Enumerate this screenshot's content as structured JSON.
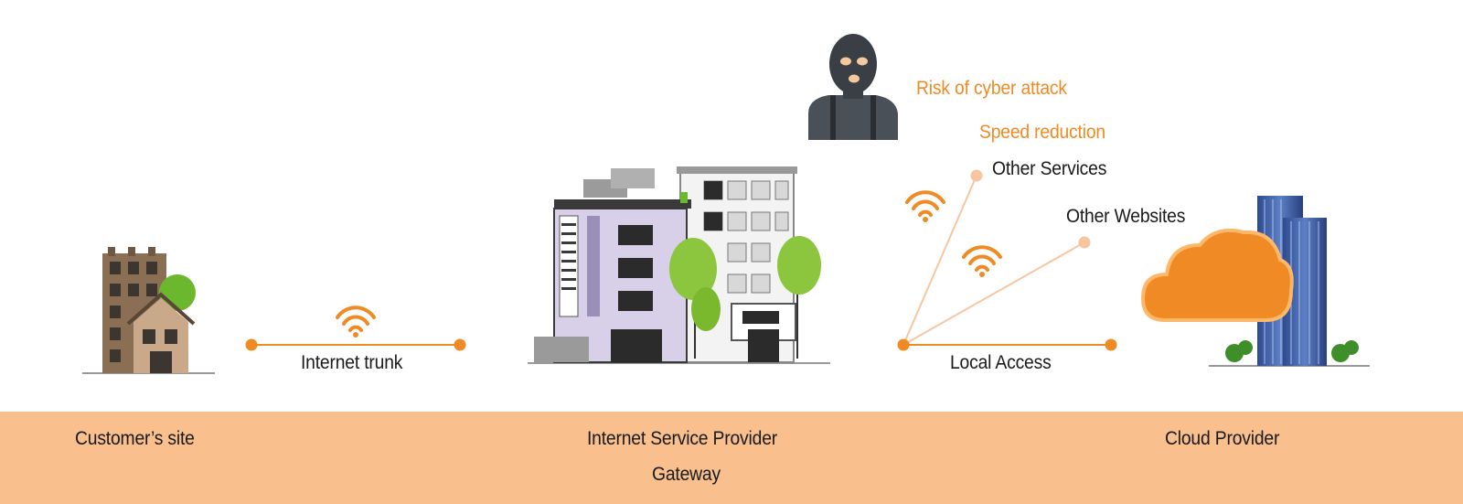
{
  "colors": {
    "accent": "#f08a24",
    "accent_light": "#f7c6a0",
    "footer_band": "#f9c08e",
    "text": "#1a1a1a"
  },
  "labels": {
    "internet_trunk": "Internet trunk",
    "local_access": "Local Access",
    "other_services": "Other Services",
    "other_websites": "Other Websites",
    "risk": "Risk of cyber attack",
    "speed": "Speed reduction"
  },
  "footer": {
    "customer_site": "Customer’s site",
    "isp_line1": "Internet Service Provider",
    "isp_line2": "Gateway",
    "cloud": "Cloud Provider"
  },
  "icons": [
    "customer-building-icon",
    "isp-building-icon",
    "hacker-icon",
    "wifi-icon",
    "cloud-icon",
    "cloud-tower-icon",
    "tree-icon"
  ]
}
